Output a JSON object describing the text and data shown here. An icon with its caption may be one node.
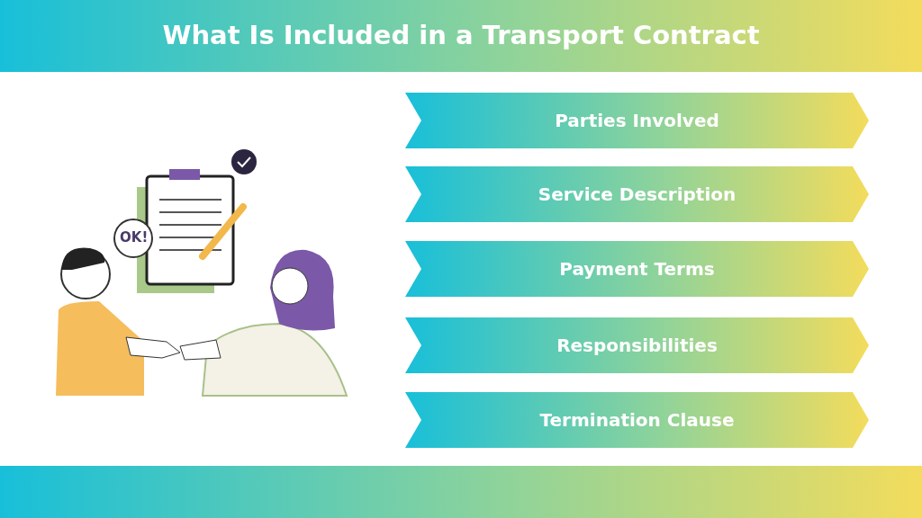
{
  "diagram": {
    "title": "What Is Included in a Transport Contract",
    "nodes": [
      {
        "text": [
          "Parties Involved"
        ]
      },
      {
        "text": [
          "Service Description"
        ]
      },
      {
        "text": [
          "Payment Terms"
        ]
      },
      {
        "text": [
          "Responsibilities"
        ]
      },
      {
        "text": [
          "Termination Clause"
        ]
      }
    ],
    "labels": [
      "OK!"
    ]
  }
}
